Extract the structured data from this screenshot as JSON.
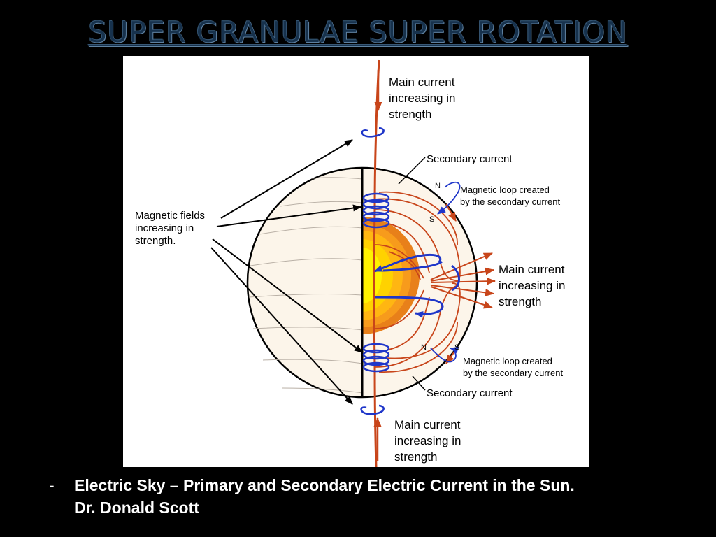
{
  "slide": {
    "title": "SUPER GRANULAE SUPER ROTATION"
  },
  "diagram": {
    "labels": {
      "main_current_top": "Main current\nincreasing in\nstrength",
      "secondary_current_top": "Secondary current",
      "north_top": "N",
      "south_top": "S",
      "magnetic_loop_top": "Magnetic loop created\nby the secondary current",
      "magnetic_fields": "Magnetic fields\nincreasing in\nstrength.",
      "main_current_right": "Main current\nincreasing in\nstrength",
      "north_bottom": "N",
      "south_bottom": "S",
      "magnetic_loop_bottom": "Magnetic loop created\nby the secondary current",
      "secondary_current_bottom": "Secondary current",
      "main_current_bottom": "Main current\nincreasing in\nstrength"
    },
    "colors": {
      "current": "#c8451a",
      "field_loop": "#1f36c9",
      "core": "#fff200",
      "sphere_fill": "#fcf5ea",
      "arrow": "#000000"
    }
  },
  "caption": {
    "bullet": "-",
    "text": "Electric Sky – Primary and Secondary Electric Current in the Sun.\nDr. Donald Scott"
  }
}
